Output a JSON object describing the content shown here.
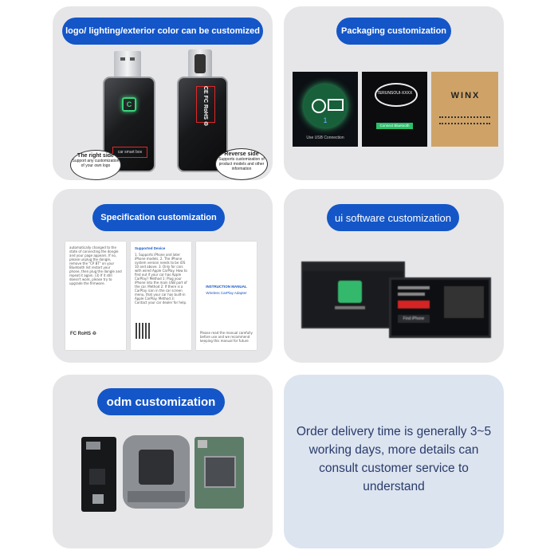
{
  "cards": {
    "logo": {
      "badge": "logo/ lighting/exterior color can be customized",
      "front_bubble_title": "The right side",
      "front_bubble_text": "Support any customization of your own logo",
      "back_bubble_title": "Reverse side",
      "back_bubble_text": "Supports customization of product models and other information",
      "dongle_front_text": "car smart box",
      "dongle_back_marks": "CE FC RoHS ♲"
    },
    "packaging": {
      "badge": "Packaging customization",
      "box1_caption": "Use USB Connection",
      "box1_number": "1",
      "box2_label": "TERUNSOUI-XXXX",
      "box2_button": "Connect Bluetooth",
      "box3_brand": "WINX"
    },
    "specification": {
      "badge": "Specification customization",
      "doc1_text": "automatically changed to the state of connecting the dongle and your page appears. If no, please unplug the dongle, remove the \"CP BT\" on your Bluetooth list restart your phone, then plug the dongle and repeat it again. (3) If it still doesn't work, please try to upgrade the firmware.",
      "doc1_marks": "FC RoHS ♲",
      "doc2_heading": "Supported Device",
      "doc2_text": "1. Supports iPhone and later iPhone models. 2. The iPhone system version needs to be iOS 10 and above. 3. Only for cars with wired Apple CarPlay. How to find out if your car has Apple CarPlay? Method 1: Plug your iPhone into the main USB port of the car. Method 2: If there is a CarPlay icon in the car screen menu, that your car has built-in Apple CarPlay. Method 3: Contact your car dealer for help.",
      "doc3_title1": "INSTRUCTION MANUAL",
      "doc3_title2": "Wireless CarPlay Adapter",
      "doc3_foot": "Please read the manual carefully before use and we recommend keeping this manual for future reference."
    },
    "ui_software": {
      "badge": "ui software customization",
      "screen2_button": "Find iPhone"
    },
    "odm": {
      "badge": "odm customization"
    },
    "delivery": {
      "text": "Order delivery time is generally 3~5 working days, more details can consult customer service to understand"
    }
  },
  "colors": {
    "badge_blue": "#1456c8",
    "card_gray": "#e6e6e8",
    "card_blue": "#dce4f0",
    "text_navy": "#2a3b6a",
    "accent_green": "#3ad37a",
    "kraft": "#cfa368"
  }
}
